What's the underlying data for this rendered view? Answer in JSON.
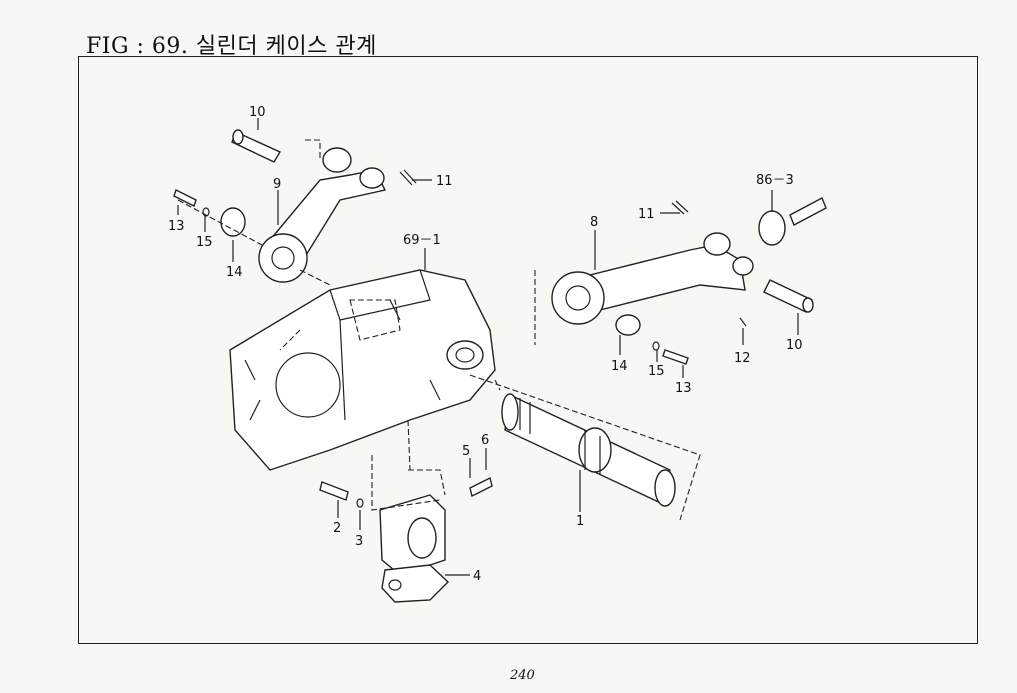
{
  "header": {
    "title": "FIG : 69. 실린더 케이스 관계"
  },
  "footer": {
    "page_number": "240"
  },
  "callouts": {
    "c1": "1",
    "c2": "2",
    "c3": "3",
    "c4": "4",
    "c5": "5",
    "c6": "6",
    "c8": "8",
    "c9": "9",
    "c10a": "10",
    "c10b": "10",
    "c11a": "11",
    "c11b": "11",
    "c12": "12",
    "c13a": "13",
    "c13b": "13",
    "c14a": "14",
    "c14b": "14",
    "c15a": "15",
    "c15b": "15",
    "c69": "69－1",
    "c86": "86－3"
  }
}
